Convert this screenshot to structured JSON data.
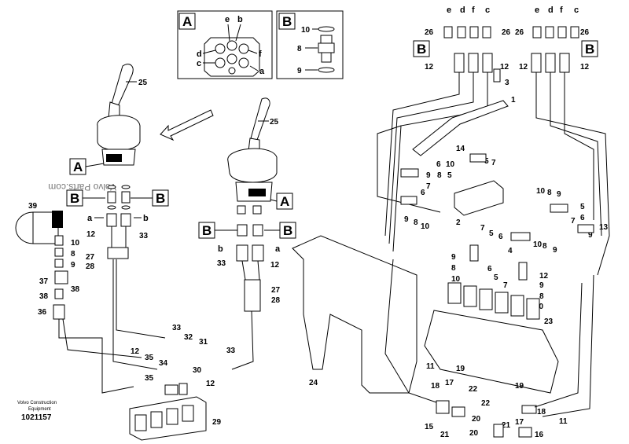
{
  "watermark": "Volvo Parts.com",
  "caption": {
    "brand": "Volvo Construction",
    "sub": "Equipment",
    "id": "1021157"
  },
  "detail_A": {
    "box": "A",
    "labels": [
      "e",
      "b",
      "d",
      "f",
      "c",
      "a"
    ]
  },
  "detail_B": {
    "box": "B",
    "labels": [
      "10",
      "8",
      "9"
    ]
  },
  "callouts_boxed": [
    "A",
    "A",
    "B",
    "B",
    "B",
    "B",
    "B",
    "B",
    "B",
    "B"
  ],
  "part_numbers": {
    "n25a": "25",
    "n25b": "25",
    "n39": "39",
    "n10a": "10",
    "n8a": "8",
    "n9a": "9",
    "n37": "37",
    "n38a": "38",
    "n38b": "38",
    "n36": "36",
    "n12a": "12",
    "n33a": "33",
    "n27a": "27",
    "n28a": "28",
    "n33b": "33",
    "n12b": "12",
    "n27b": "27",
    "n28b": "28",
    "n33c": "33",
    "n32": "32",
    "n31": "31",
    "n33d": "33",
    "n12c": "12",
    "n35a": "35",
    "n34": "34",
    "n30": "30",
    "n35b": "35",
    "n12d": "12",
    "n29": "29",
    "n26a": "26",
    "n26b": "26",
    "n26c": "26",
    "n26d": "26",
    "n12e": "12",
    "n12f": "12",
    "n12g": "12",
    "n12h": "12",
    "n3": "3",
    "n1": "1",
    "n14": "14",
    "n6a": "6",
    "n5a": "5",
    "n7a": "7",
    "n6b": "6",
    "n10b": "10",
    "n9b": "9",
    "n8b": "8",
    "n5b": "5",
    "n7b": "7",
    "n6c": "6",
    "n9c": "9",
    "n8c": "8",
    "n10c": "10",
    "n2": "2",
    "n7c": "7",
    "n5c": "5",
    "n6d": "6",
    "n10d": "10",
    "n8d": "8",
    "n9d": "9",
    "n5d": "5",
    "n6e": "6",
    "n7d": "7",
    "n8e": "8",
    "n9e": "9",
    "n13": "13",
    "n10e": "10",
    "n8f": "8",
    "n9f": "9",
    "n4": "4",
    "n9g": "9",
    "n8g": "8",
    "n10f": "10",
    "n12i": "12",
    "n6f": "6",
    "n5e": "5",
    "n7e": "7",
    "n9h": "9",
    "n8h": "8",
    "n10g": "10",
    "n23": "23",
    "n24": "24",
    "n11a": "11",
    "n19a": "19",
    "n18a": "18",
    "n17a": "17",
    "n22a": "22",
    "n22b": "22",
    "n19b": "19",
    "n15": "15",
    "n21a": "21",
    "n20a": "20",
    "n18b": "18",
    "n11b": "11",
    "n20b": "20",
    "n21b": "21",
    "n17b": "17",
    "n16": "16"
  },
  "port_letters": {
    "t1": "e",
    "t2": "d",
    "t3": "f",
    "t4": "c",
    "t5": "e",
    "t6": "d",
    "t7": "f",
    "t8": "c",
    "l1": "a",
    "l2": "b",
    "l3": "b",
    "l4": "a"
  }
}
